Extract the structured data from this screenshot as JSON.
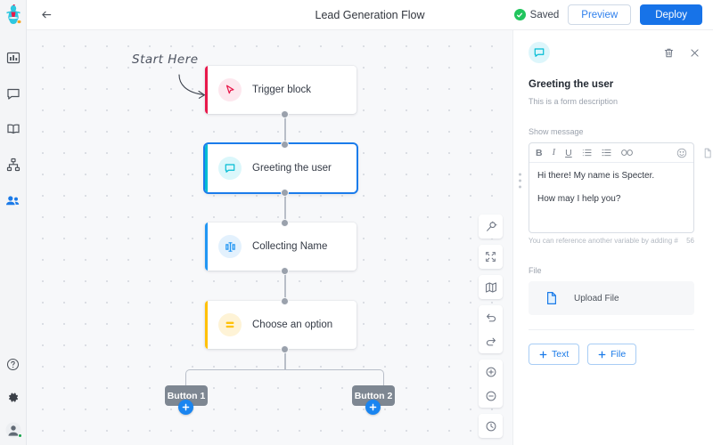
{
  "app": {
    "logo_icon": "genie-logo-icon"
  },
  "sidebar": {
    "top_items": [
      {
        "name": "dashboard",
        "icon": "dashboard-icon",
        "active": false
      },
      {
        "name": "chat",
        "icon": "chat-bubble-icon",
        "active": false
      },
      {
        "name": "knowledge-base",
        "icon": "book-icon",
        "active": false
      },
      {
        "name": "flows",
        "icon": "flow-hierarchy-icon",
        "active": false
      },
      {
        "name": "contacts",
        "icon": "contacts-icon",
        "active": true
      }
    ],
    "bottom_items": [
      {
        "name": "help",
        "icon": "help-circle-icon"
      },
      {
        "name": "settings",
        "icon": "gear-icon"
      },
      {
        "name": "account",
        "icon": "avatar-icon"
      }
    ]
  },
  "header": {
    "back_icon": "arrow-left-icon",
    "title": "Lead Generation Flow",
    "saved_label": "Saved",
    "saved_icon": "check-circle-icon",
    "preview_label": "Preview",
    "deploy_label": "Deploy"
  },
  "canvas": {
    "annotation": "Start Here",
    "nodes": [
      {
        "label": "Trigger block",
        "icon": "cursor-arrow-icon",
        "accent": "#E8194B",
        "icon_bg": "#FDE7EE",
        "selected": false
      },
      {
        "label": "Greeting the user",
        "icon": "chat-bubble-icon",
        "accent": "#00BCD4",
        "icon_bg": "#DBF7FB",
        "selected": true
      },
      {
        "label": "Collecting Name",
        "icon": "input-field-icon",
        "accent": "#2196F3",
        "icon_bg": "#E3F1FD",
        "selected": false
      },
      {
        "label": "Choose an option",
        "icon": "option-list-icon",
        "accent": "#FFC107",
        "icon_bg": "#FEF3D6",
        "selected": false
      }
    ],
    "buttons": [
      {
        "label": "Button 1",
        "add_icon": "plus-icon"
      },
      {
        "label": "Button 2",
        "add_icon": "plus-icon"
      }
    ],
    "tools": [
      {
        "name": "magic-wand",
        "icon": "magic-wand-icon"
      },
      {
        "name": "fit-screen",
        "icon": "fit-screen-icon"
      },
      {
        "name": "minimap",
        "icon": "map-icon"
      },
      {
        "name": "undo",
        "icon": "undo-icon"
      },
      {
        "name": "redo",
        "icon": "redo-icon"
      },
      {
        "name": "zoom-in",
        "icon": "plus-circle-icon"
      },
      {
        "name": "zoom-out",
        "icon": "minus-circle-icon"
      },
      {
        "name": "history",
        "icon": "clock-icon"
      }
    ]
  },
  "panel": {
    "badge_icon": "chat-bubble-icon",
    "delete_icon": "trash-icon",
    "close_icon": "close-icon",
    "title": "Greeting the user",
    "description": "This is a form description",
    "message_label": "Show message",
    "drag_icon": "drag-handle-icon",
    "copy_icon": "copy-icon",
    "toolbar": [
      {
        "name": "bold",
        "glyph": "B"
      },
      {
        "name": "italic",
        "glyph": "I"
      },
      {
        "name": "underline",
        "glyph": "U"
      },
      {
        "name": "bullet-list",
        "glyph": "list"
      },
      {
        "name": "numbered-list",
        "glyph": "numlist"
      },
      {
        "name": "link",
        "glyph": "link"
      },
      {
        "name": "emoji",
        "glyph": "emoji"
      }
    ],
    "message_line_1": "Hi there! My name is Specter.",
    "message_line_2": "How may I help you?",
    "hint": "You can reference another variable by adding #",
    "char_count": "56",
    "file_label": "File",
    "upload_label": "Upload File",
    "upload_icon": "file-icon",
    "add_text_label": "Text",
    "add_file_label": "File",
    "add_icon": "plus-icon"
  },
  "colors": {
    "accent_blue": "#1773e8",
    "saved_green": "#21c55d",
    "selected_border": "#1b7ceb"
  }
}
